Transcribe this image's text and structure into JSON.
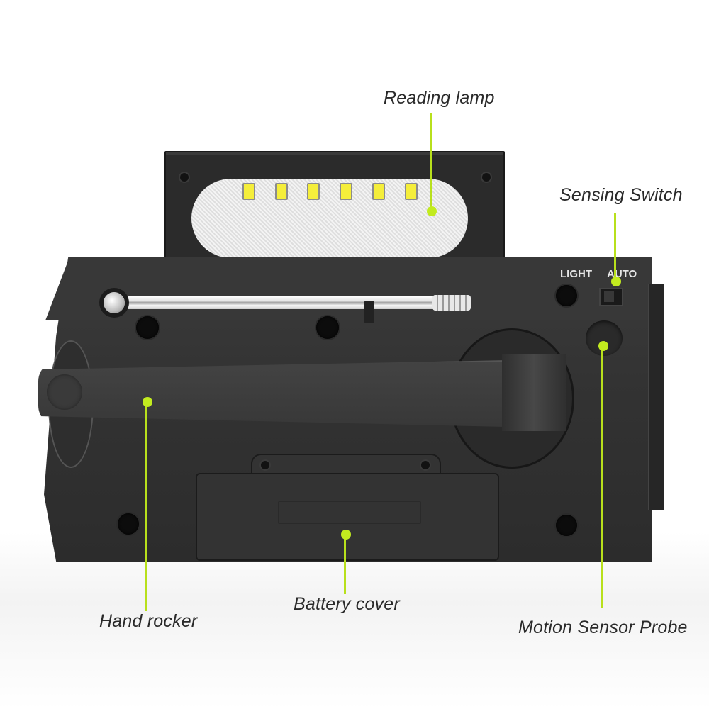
{
  "product": {
    "type": "hand-crank emergency radio with reading lamp",
    "device_labels": {
      "light": "LIGHT",
      "auto": "AUTO"
    },
    "led_count": 6
  },
  "callouts": [
    {
      "id": "reading-lamp",
      "label": "Reading lamp"
    },
    {
      "id": "sensing-switch",
      "label": "Sensing Switch"
    },
    {
      "id": "hand-rocker",
      "label": "Hand rocker"
    },
    {
      "id": "battery-cover",
      "label": "Battery cover"
    },
    {
      "id": "motion-sensor-probe",
      "label": "Motion Sensor Probe"
    }
  ],
  "colors": {
    "accent": "#c2eb1f",
    "device_body": "#333333",
    "label_text": "#2a2a2a",
    "led": "#f5ee3b"
  }
}
